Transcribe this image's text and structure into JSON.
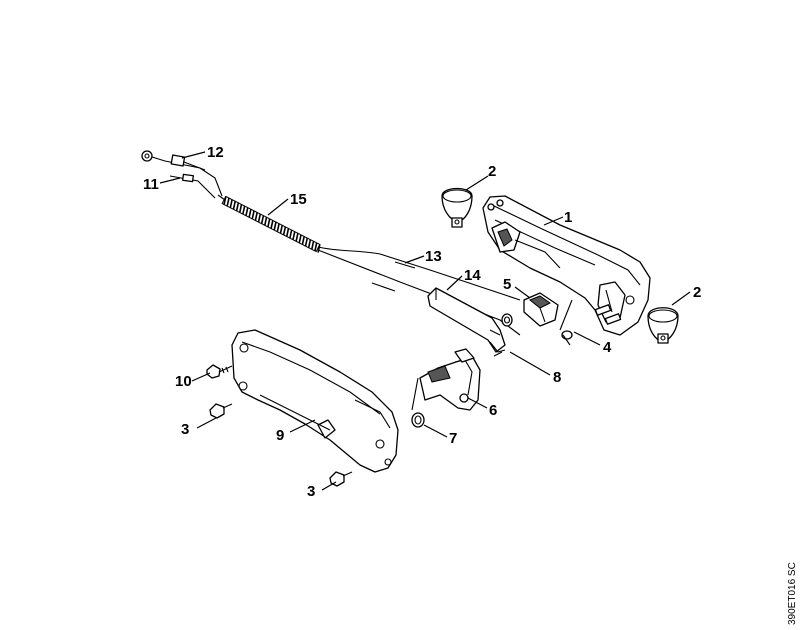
{
  "diagram": {
    "image_code": "390ET016 SC",
    "callouts": [
      {
        "id": "c1",
        "text": "1"
      },
      {
        "id": "c2a",
        "text": "2"
      },
      {
        "id": "c2b",
        "text": "2"
      },
      {
        "id": "c3a",
        "text": "3"
      },
      {
        "id": "c3b",
        "text": "3"
      },
      {
        "id": "c4",
        "text": "4"
      },
      {
        "id": "c5",
        "text": "5"
      },
      {
        "id": "c6",
        "text": "6"
      },
      {
        "id": "c7",
        "text": "7"
      },
      {
        "id": "c8",
        "text": "8"
      },
      {
        "id": "c9",
        "text": "9"
      },
      {
        "id": "c10",
        "text": "10"
      },
      {
        "id": "c11",
        "text": "11"
      },
      {
        "id": "c12",
        "text": "12"
      },
      {
        "id": "c13",
        "text": "13"
      },
      {
        "id": "c14",
        "text": "14"
      },
      {
        "id": "c15",
        "text": "15"
      }
    ]
  }
}
